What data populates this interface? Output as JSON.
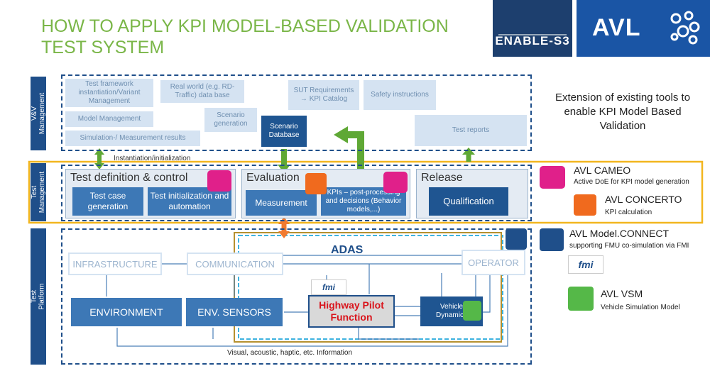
{
  "title": {
    "line1": "HOW TO APPLY KPI MODEL-BASED VALIDATION",
    "line2": "TEST SYSTEM"
  },
  "logos": {
    "enable": "ENABLE-S3",
    "avl": "AVL"
  },
  "sections": {
    "vv": "V&V\nManagement",
    "test_mgmt": "Test\nManagement",
    "platform": "Test\nPlatform"
  },
  "vv": {
    "test_framework": "Test framework instantiation/Variant Management",
    "real_world": "Real world (e.g. RD-Traffic) data base",
    "sut_req": "SUT Requirements → KPI Catalog",
    "safety": "Safety instructions",
    "model_mgmt": "Model Management",
    "scenario_gen": "Scenario generation",
    "scenario_db": "Scenario Database",
    "sim_results": "Simulation-/ Measurement results",
    "test_reports": "Test reports",
    "inst_label": "Instantiation/initialization"
  },
  "extension_text": "Extension of existing tools to enable KPI Model Based Validation",
  "tm": {
    "test_def": "Test definition & control",
    "test_case": "Test case generation",
    "test_init": "Test initialization and automation",
    "evaluation": "Evaluation",
    "measurement": "Measurement",
    "kpis": "KPIs – post-processing and decisions (Behavior models,...)",
    "release": "Release",
    "qualification": "Qualification"
  },
  "tools": {
    "cameo": "AVL CAMEO",
    "cameo_sub": "Active DoE for KPI model generation",
    "concerto": "AVL CONCERTO",
    "concerto_sub": "KPI calculation",
    "connect": "AVL Model.CONNECT",
    "connect_sub": "supporting FMU co-simulation via FMI",
    "fmi": "fmi",
    "vsm": "AVL VSM",
    "vsm_sub": "Vehicle Simulation Model"
  },
  "platform": {
    "adas": "ADAS",
    "infrastructure": "INFRASTRUCTURE",
    "communication": "COMMUNICATION",
    "operator": "OPERATOR",
    "environment": "ENVIRONMENT",
    "env_sensors": "ENV. SENSORS",
    "highway": "Highway Pilot Function",
    "vehicle": "Vehicle Dynamics",
    "fmi": "fmi",
    "info": "Visual, acoustic, haptic, etc. Information"
  }
}
